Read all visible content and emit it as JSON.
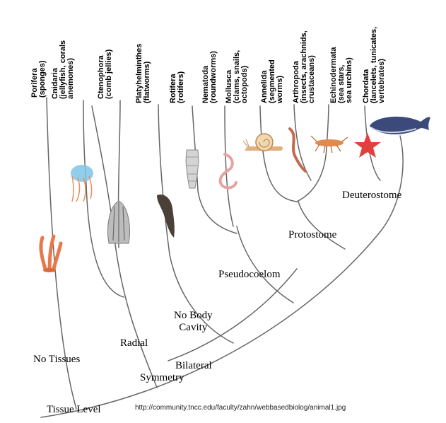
{
  "taxa": [
    {
      "lines": [
        "Porifera",
        "(sponges)"
      ]
    },
    {
      "lines": [
        "Cnidaria",
        "(jellyfish, corals",
        "anemones)"
      ]
    },
    {
      "lines": [
        "Ctenophora",
        "(comb jellies)"
      ]
    },
    {
      "lines": [
        "Platyhelminthes",
        "(flatworms)"
      ]
    },
    {
      "lines": [
        "Rotifera",
        "(rotifers)"
      ]
    },
    {
      "lines": [
        "Nematoda",
        "(roundworms)"
      ]
    },
    {
      "lines": [
        "Mollusca",
        "(clams, snails,",
        "octopods)"
      ]
    },
    {
      "lines": [
        "Annelida",
        "(segmented",
        "worms)"
      ]
    },
    {
      "lines": [
        "Arthropoda",
        "(insects, arachnids,",
        "crustaceans)"
      ]
    },
    {
      "lines": [
        "Echinodermata",
        "(sea stars,",
        "sea urchins)"
      ]
    },
    {
      "lines": [
        "Chordata",
        "(lancelets, tunicates,",
        "vertebrates)"
      ]
    }
  ],
  "clades": {
    "deuterostome": "Deuterostome",
    "protostome": "Protostome",
    "pseudocoelom": "Pseudocoelom",
    "no_body_cavity": [
      "No Body",
      "Cavity"
    ],
    "radial": "Radial",
    "bilateral_symmetry": [
      "Bilateral",
      "Symmetry"
    ],
    "no_tissues": "No Tissues",
    "tissue_level": "Tissue Level"
  },
  "source_url": "http://community.tncc.edu/faculty/zahn/webbasedbiolog/animal1.jpg",
  "colors": {
    "branch": "#666666",
    "sponge": "#e8784a",
    "jellyfish": "#e88f5e",
    "comb_jelly": "#9a9a9a",
    "flatworm": "#4a4038",
    "rotifer": "#c8c8c8",
    "roundworm": "#e7a3a0",
    "snail": "#d8a06a",
    "annelid": "#c26a4f",
    "arthropod": "#d0703c",
    "sea_star": "#e0403e",
    "whale": "#3b4a7a"
  }
}
